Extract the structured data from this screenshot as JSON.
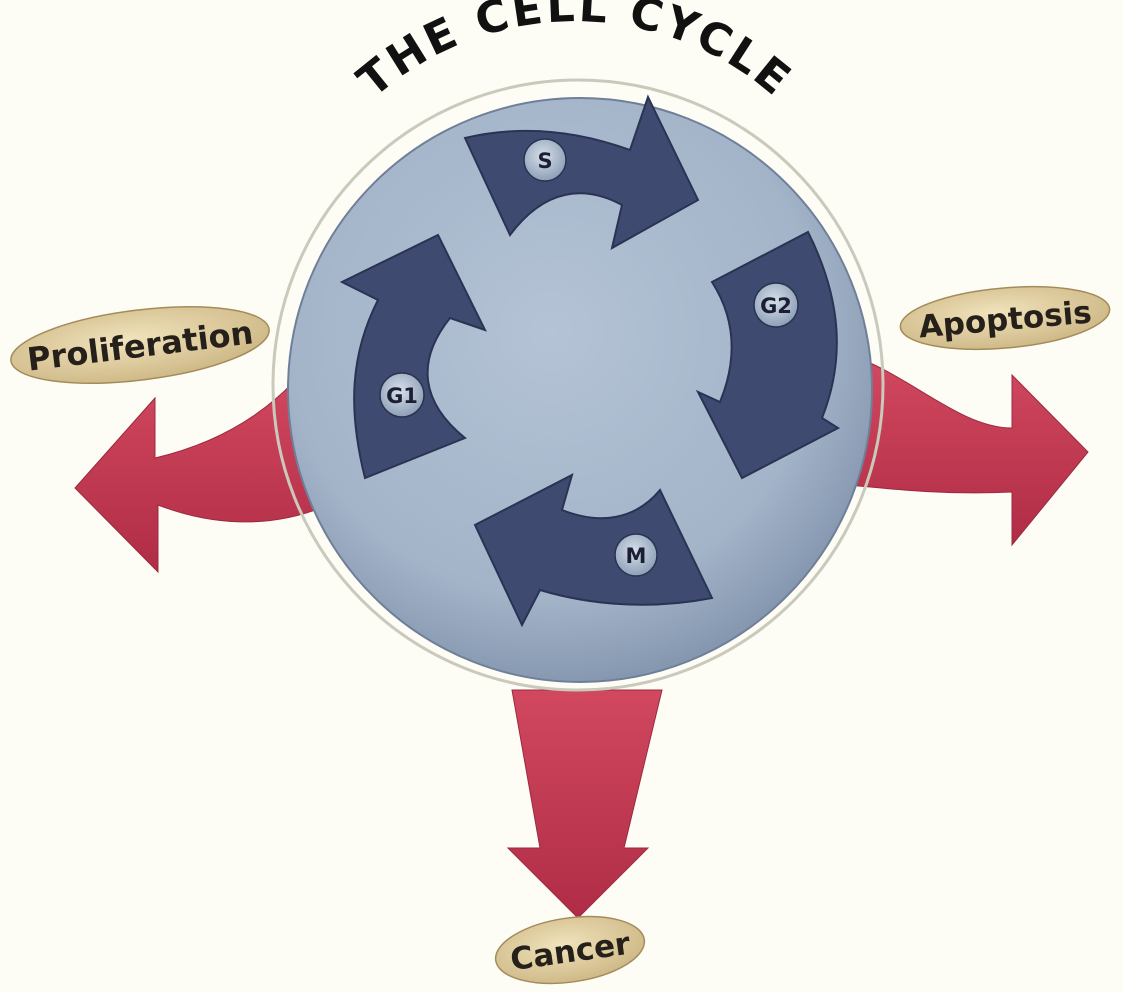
{
  "title": "THE CELL CYCLE",
  "phases": [
    {
      "id": "s",
      "label": "S"
    },
    {
      "id": "g2",
      "label": "G2"
    },
    {
      "id": "m",
      "label": "M"
    },
    {
      "id": "g1",
      "label": "G1"
    }
  ],
  "outcomes": {
    "proliferation": "Proliferation",
    "apoptosis": "Apoptosis",
    "cancer": "Cancer"
  },
  "colors": {
    "background": "#fdfdf6",
    "cell_disc": "#a7b7cc",
    "phase_arrow": "#3e4a70",
    "outcome_arrow": "#c73a52",
    "outcome_label_fill": "#e9d7a7"
  }
}
